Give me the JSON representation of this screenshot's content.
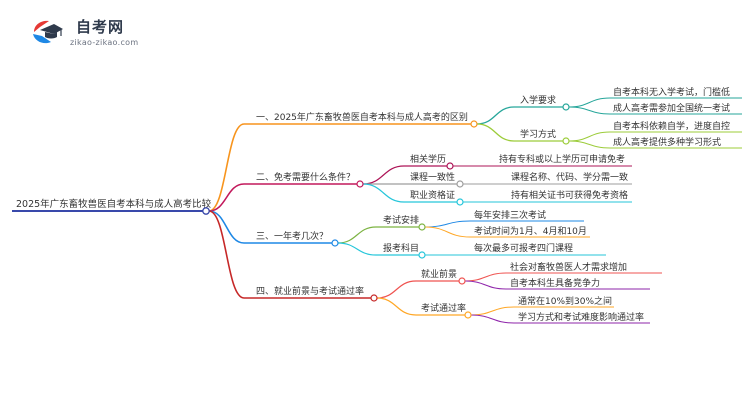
{
  "logo": {
    "name": "自考网",
    "domain": "zikao-zikao.com"
  },
  "colors": {
    "branch1": "#f7941d",
    "branch2": "#c2185b",
    "branch3": "#1e88e5",
    "branch4": "#c62828",
    "level2_entry": "#26a69a",
    "level2_study": "#9ccc3a",
    "level2_exam_schedule": "#7cb342",
    "level2_subjects": "#26c6da",
    "level2_job": "#ef5350",
    "level2_pass_rate": "#ffa726",
    "root_line": "#3949ab"
  },
  "mindmap": {
    "root": "2025年广东畜牧兽医自考本科与成人高考比较",
    "branches": [
      {
        "label": "一、2025年广东畜牧兽医自考本科与成人高考的区别",
        "children": [
          {
            "label": "入学要求",
            "leaves": [
              "自考本科无入学考试，门槛低",
              "成人高考需参加全国统一考试"
            ]
          },
          {
            "label": "学习方式",
            "leaves": [
              "自考本科依赖自学，进度自控",
              "成人高考提供多种学习形式"
            ]
          }
        ]
      },
      {
        "label": "二、免考需要什么条件？",
        "children": [
          {
            "label": "相关学历",
            "leaves": [
              "持有专科或以上学历可申请免考"
            ]
          },
          {
            "label": "课程一致性",
            "leaves": [
              "课程名称、代码、学分需一致"
            ]
          },
          {
            "label": "职业资格证",
            "leaves": [
              "持有相关证书可获得免考资格"
            ]
          }
        ]
      },
      {
        "label": "三、一年考几次？",
        "children": [
          {
            "label": "考试安排",
            "leaves": [
              "每年安排三次考试",
              "考试时间为1月、4月和10月"
            ]
          },
          {
            "label": "报考科目",
            "leaves": [
              "每次最多可报考四门课程"
            ]
          }
        ]
      },
      {
        "label": "四、就业前景与考试通过率",
        "children": [
          {
            "label": "就业前景",
            "leaves": [
              "社会对畜牧兽医人才需求增加",
              "自考本科生具备竞争力"
            ]
          },
          {
            "label": "考试通过率",
            "leaves": [
              "通常在10%到30%之间",
              "学习方式和考试难度影响通过率"
            ]
          }
        ]
      }
    ]
  }
}
